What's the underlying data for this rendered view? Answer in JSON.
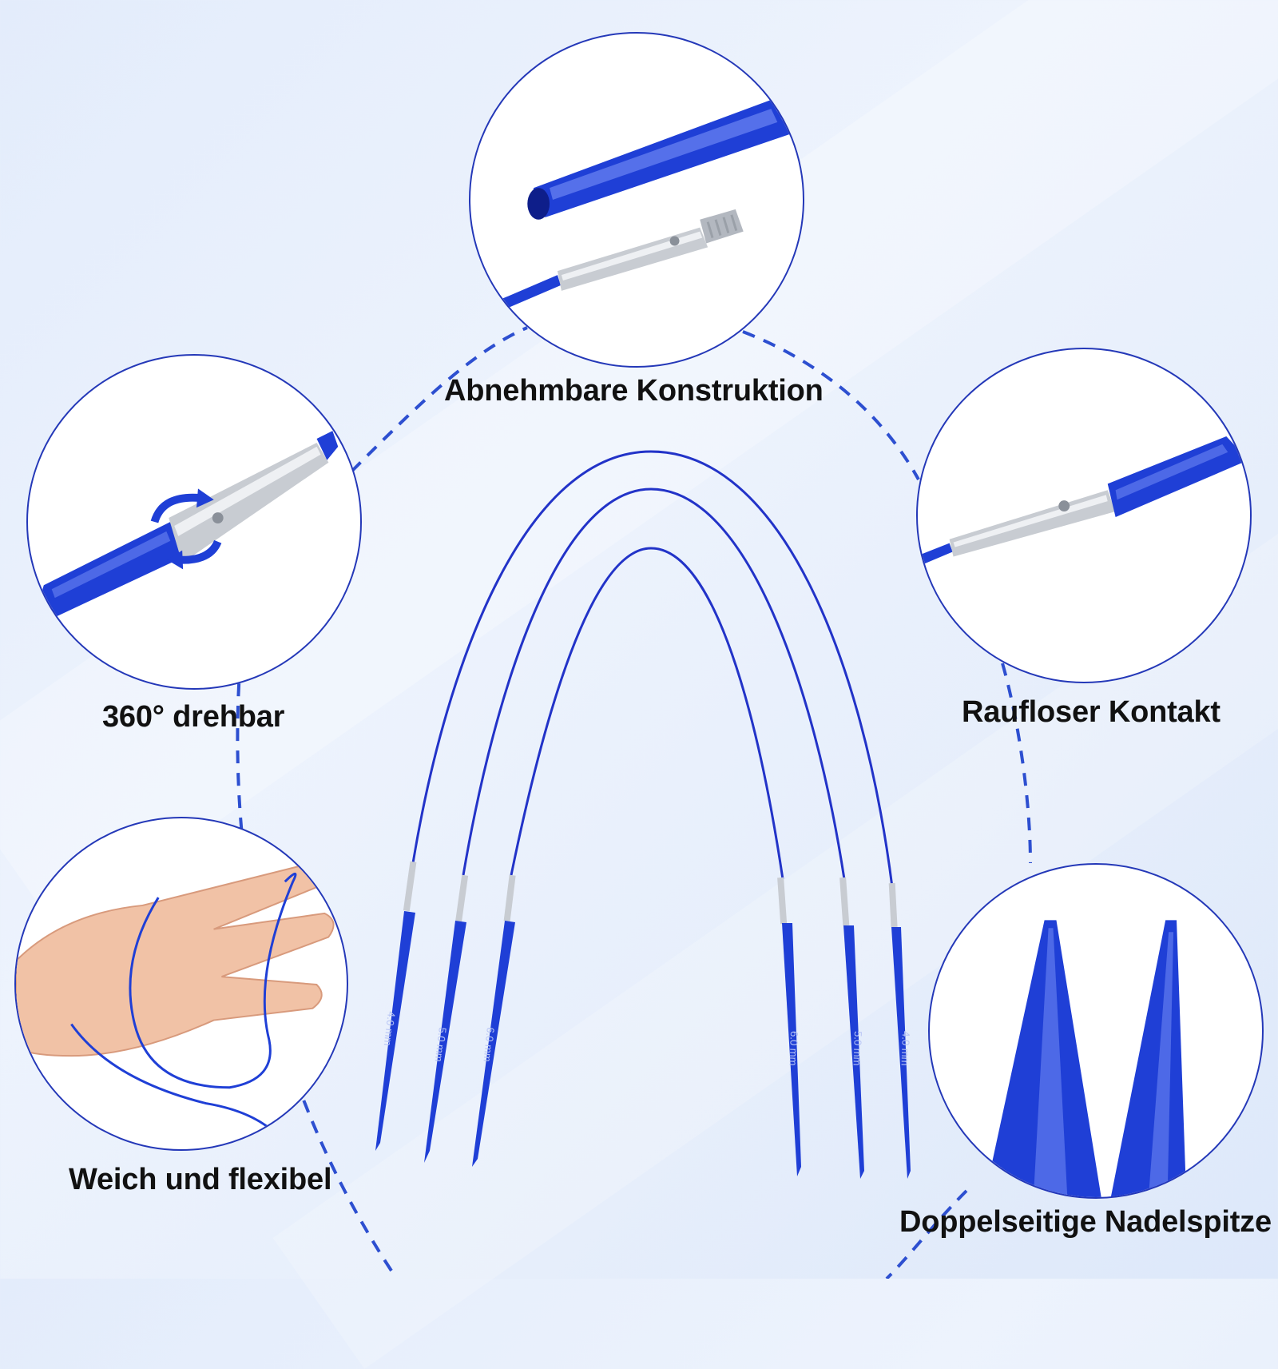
{
  "features": {
    "top": {
      "label": "Abnehmbare Konstruktion",
      "image": "detachable-connector-closeup"
    },
    "left_upper": {
      "label": "360° drehbar",
      "image": "swivel-connector-closeup"
    },
    "right_upper": {
      "label": "Raufloser Kontakt",
      "image": "smooth-joint-closeup"
    },
    "left_lower": {
      "label": "Weich und flexibel",
      "image": "cable-around-hand"
    },
    "right_lower": {
      "label": "Doppelseitige Nadelspitze",
      "image": "needle-tips-closeup"
    }
  },
  "product": {
    "name": "circular-knitting-needles",
    "count": 3,
    "size_markings": [
      "4.0 mm",
      "5.0 mm",
      "6.0 mm"
    ]
  },
  "colors": {
    "needle_blue": "#1f3fd6",
    "circle_border": "#2438b8",
    "dashed_arc": "#2d4fd0",
    "metal": "#c8ccd2",
    "text": "#111111"
  }
}
